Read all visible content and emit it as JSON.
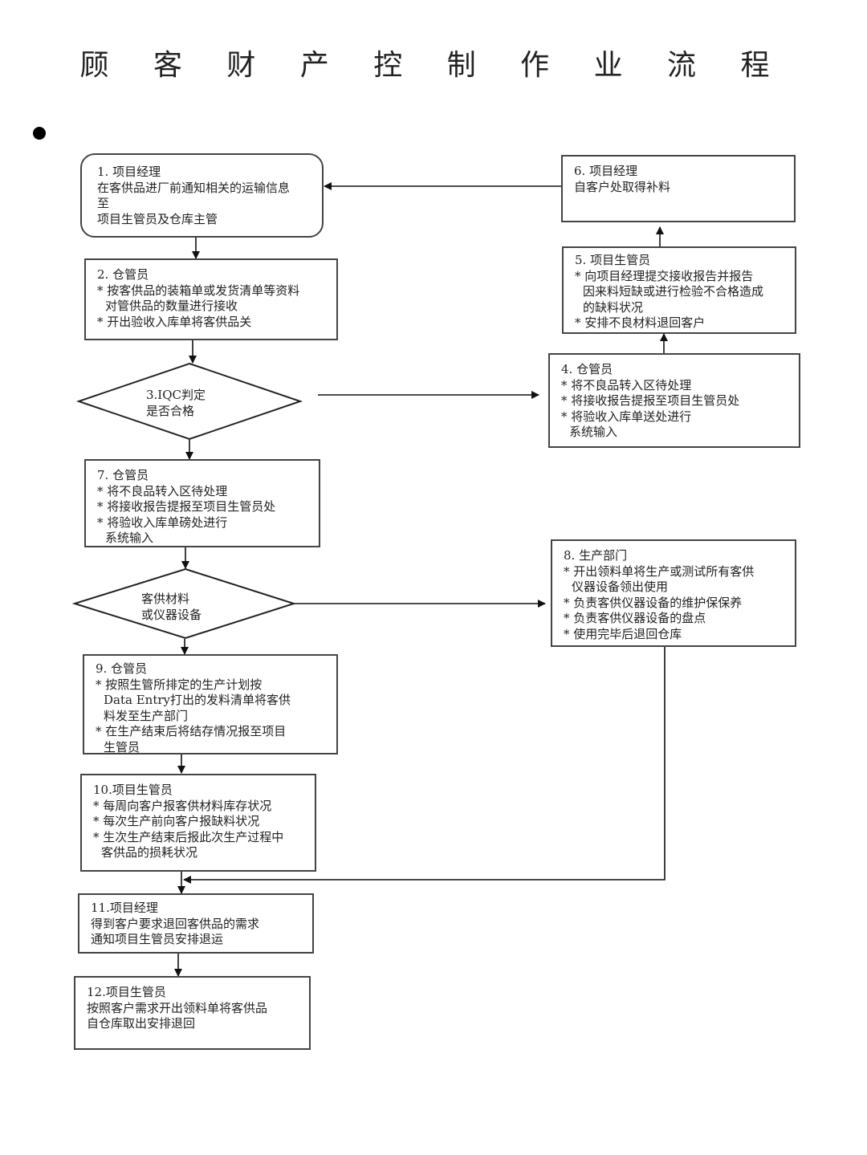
{
  "title": "顾 客 财 产 控 制 作 业 流 程",
  "nodes": {
    "n1": {
      "head": "1. 项目经理",
      "lines": [
        "在客供品进厂前通知相关的运输信息",
        "至",
        "项目生管员及仓库主管"
      ]
    },
    "n2": {
      "head": "2. 仓管员",
      "lines": [
        "* 按客供品的装箱单或发货清单等资料",
        "对管供品的数量进行接收",
        "* 开出验收入库单将客供品关"
      ]
    },
    "n3": {
      "lines": [
        "3.IQC判定",
        "是否合格"
      ]
    },
    "n4": {
      "head": "4. 仓管员",
      "lines": [
        "* 将不良品转入区待处理",
        "* 将接收报告提报至项目生管员处",
        "* 将验收入库单送处进行",
        "系统输入"
      ]
    },
    "n5": {
      "head": "5. 项目生管员",
      "lines": [
        "* 向项目经理提交接收报告并报告",
        "因来料短缺或进行检验不合格造成",
        "的缺料状况",
        "* 安排不良材料退回客户"
      ]
    },
    "n6": {
      "head": "6. 项目经理",
      "lines": [
        "自客户处取得补料"
      ]
    },
    "n7": {
      "head": "7. 仓管员",
      "lines": [
        "* 将不良品转入区待处理",
        "* 将接收报告提报至项目生管员处",
        "* 将验收入库单磅处进行",
        "系统输入"
      ]
    },
    "n8d": {
      "lines": [
        "客供材料",
        "或仪器设备"
      ]
    },
    "n8": {
      "head": "8. 生产部门",
      "lines": [
        "* 开出领料单将生产或测试所有客供",
        "仪器设备领出使用",
        "* 负责客供仪器设备的维护保保养",
        "* 负责客供仪器设备的盘点",
        "* 使用完毕后退回仓库"
      ]
    },
    "n9": {
      "head": "9. 仓管员",
      "lines": [
        "* 按照生管所排定的生产计划按",
        "Data Entry打出的发料清单将客供",
        "料发至生产部门",
        "* 在生产结束后将结存情况报至项目",
        "生管员"
      ]
    },
    "n10": {
      "head": "10.项目生管员",
      "lines": [
        "* 每周向客户报客供材料库存状况",
        "* 每次生产前向客户报缺料状况",
        "* 生次生产结束后报此次生产过程中",
        "客供品的损耗状况"
      ]
    },
    "n11": {
      "head": "11.项目经理",
      "lines": [
        "得到客户要求退回客供品的需求",
        "通知项目生管员安排退运"
      ]
    },
    "n12": {
      "head": "12.项目生管员",
      "lines": [
        "按照客户需求开出领料单将客供品",
        "自仓库取出安排退回"
      ]
    }
  }
}
